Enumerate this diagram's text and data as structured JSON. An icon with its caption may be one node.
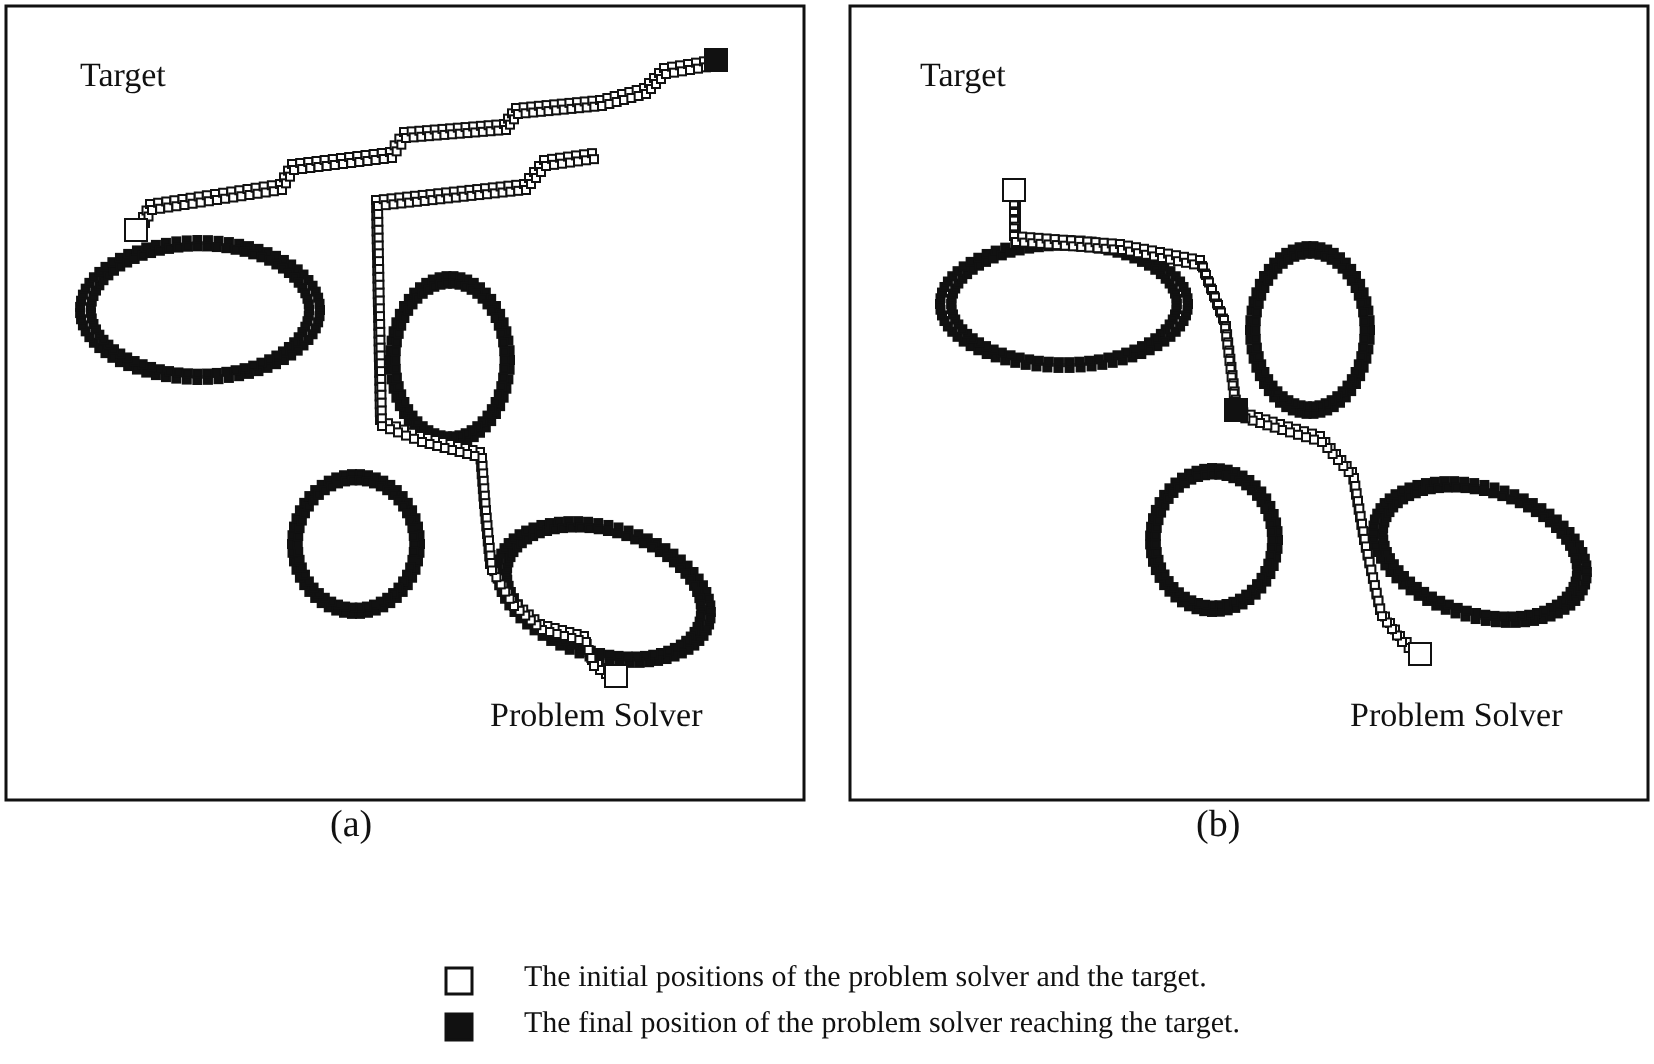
{
  "diagram": {
    "labels": [
      "Target",
      "Problem Solver",
      "(a)",
      "Target",
      "Problem Solver",
      "(b)"
    ],
    "legend": [
      {
        "text": "The initial positions of the problem solver and the target."
      },
      {
        "text": "The final position of the problem solver reaching the target."
      }
    ]
  }
}
